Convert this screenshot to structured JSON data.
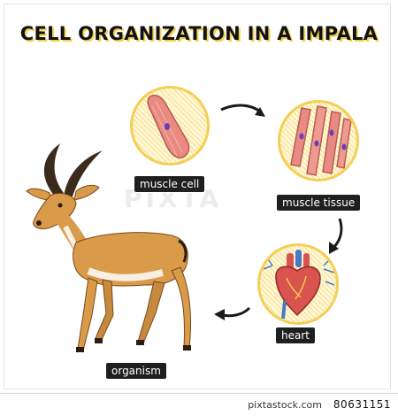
{
  "diagram": {
    "title": "CELL ORGANIZATION IN A IMPALA",
    "stages": {
      "muscle_cell": "muscle cell",
      "muscle_tissue": "muscle tissue",
      "heart": "heart",
      "organism": "organism"
    }
  },
  "watermark": {
    "text": "PIXTA"
  },
  "footer": {
    "site": "pixtastock.com",
    "image_id": "80631151"
  },
  "colors": {
    "circle_border": "#f4cf55",
    "circle_hatch": "#f7df8d",
    "label_bg": "#1f1f1f",
    "muscle": "#e98b82",
    "impala_body": "#d99a4a",
    "heart": "#d9534f"
  }
}
